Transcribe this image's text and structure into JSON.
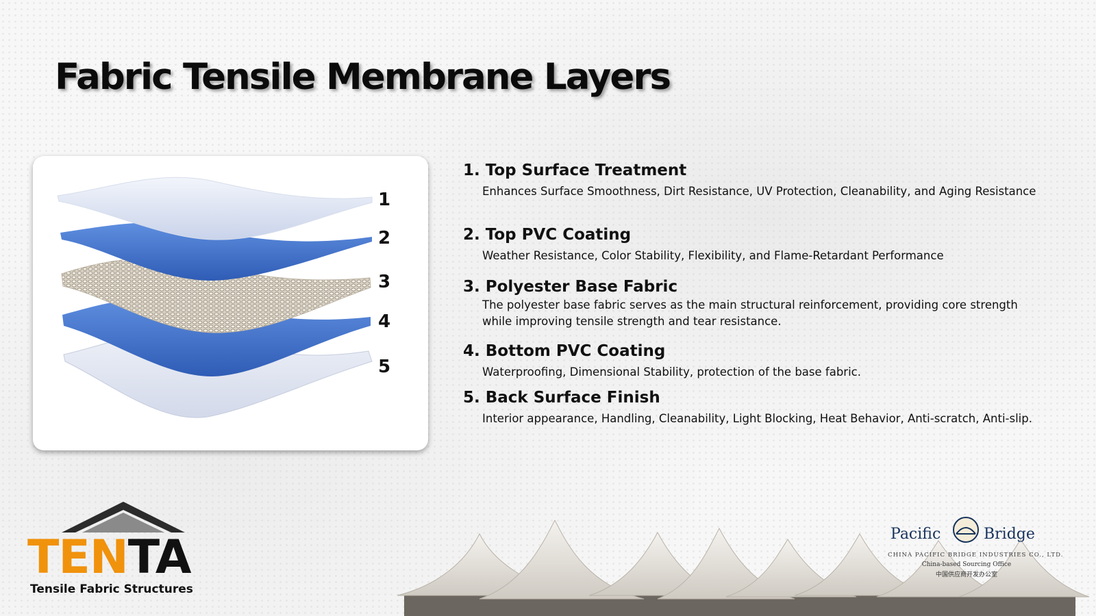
{
  "title": "Fabric Tensile Membrane Layers",
  "diagram": {
    "labels": [
      "1",
      "2",
      "3",
      "4",
      "5"
    ]
  },
  "layers": [
    {
      "heading": "1. Top Surface Treatment",
      "description": "Enhances Surface Smoothness, Dirt Resistance, UV Protection, Cleanability, and Aging Resistance"
    },
    {
      "heading": "2. Top PVC Coating",
      "description": "Weather Resistance, Color Stability, Flexibility, and Flame-Retardant Performance"
    },
    {
      "heading": "3. Polyester Base Fabric",
      "description": "The polyester base fabric serves as the main structural reinforcement, providing core strength while improving tensile strength and tear resistance."
    },
    {
      "heading": "4. Bottom PVC Coating",
      "description": "Waterproofing, Dimensional Stability, protection of the base fabric."
    },
    {
      "heading": "5. Back Surface Finish",
      "description": "Interior appearance, Handling, Cleanability, Light Blocking, Heat Behavior, Anti-scratch, Anti-slip."
    }
  ],
  "logo_tenta": {
    "word_orange": "TEN",
    "word_black": "TA",
    "tagline": "Tensile Fabric Structures"
  },
  "logo_pacific_bridge": {
    "name_left": "Pacific",
    "name_right": "Bridge",
    "subtitle": "CHINA PACIFIC BRIDGE INDUSTRIES CO., LTD.",
    "office": "China-based Sourcing Office",
    "office_cn": "中国供应商开发办公室"
  },
  "colors": {
    "accent_orange": "#f0920c",
    "pvc_blue": "#3f6fc4",
    "brand_navy": "#16325c"
  }
}
